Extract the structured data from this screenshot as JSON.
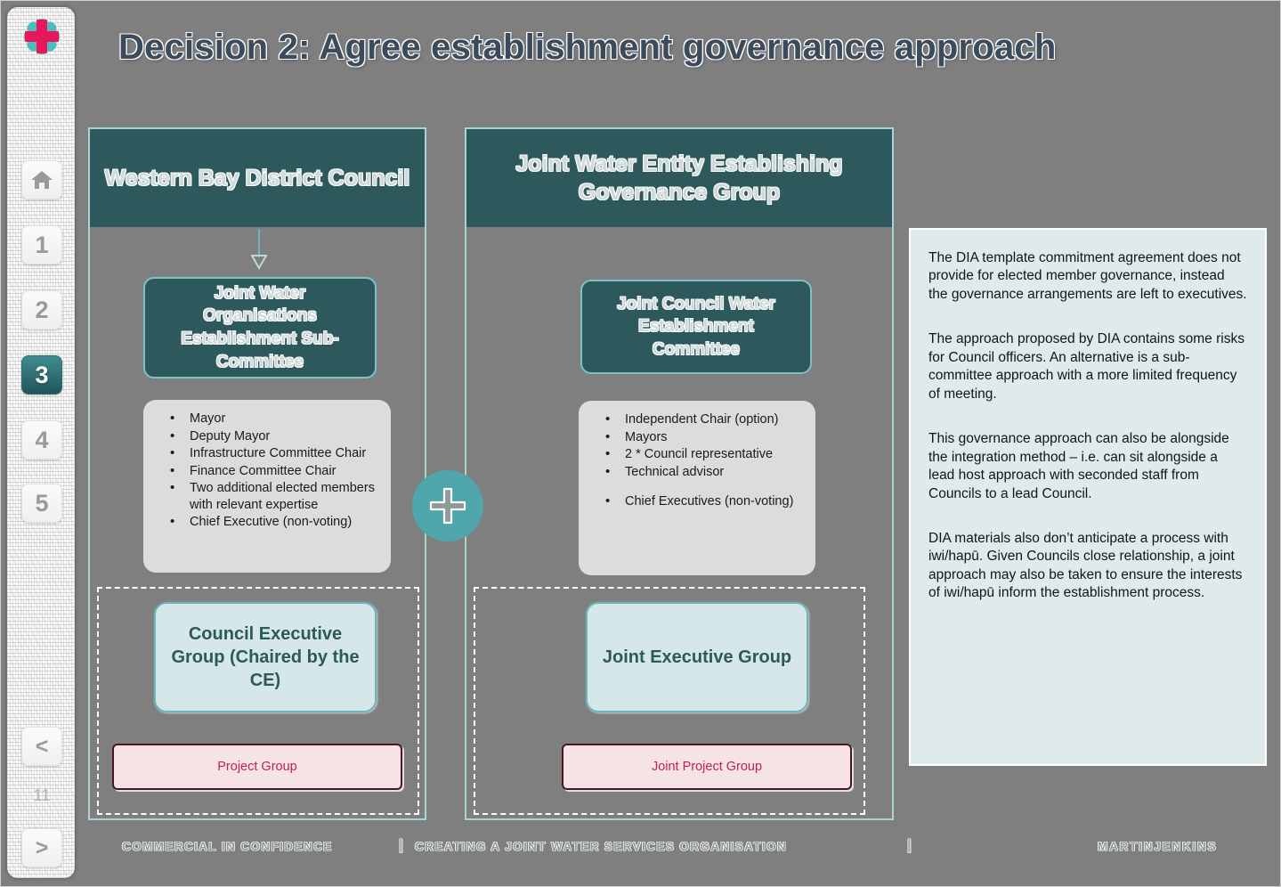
{
  "slide": {
    "title": "Decision 2: Agree establishment governance approach",
    "background_color": "#7f7f7f",
    "accent_color": "#2d585c",
    "teal_light": "#7fc2c4",
    "pink_accent": "#c0234a"
  },
  "sidebar": {
    "logo_name": "martinjenkins-asterisk-logo",
    "items": [
      {
        "icon": "home-icon",
        "label": "⌂",
        "active": false
      },
      {
        "icon": "page-number",
        "label": "1",
        "active": false
      },
      {
        "icon": "page-number",
        "label": "2",
        "active": false
      },
      {
        "icon": "page-number",
        "label": "3",
        "active": true
      },
      {
        "icon": "page-number",
        "label": "4",
        "active": false
      },
      {
        "icon": "page-number",
        "label": "5",
        "active": false
      }
    ],
    "prev_label": "<",
    "next_label": ">",
    "page_indicator": "11"
  },
  "columns": {
    "left": {
      "header": "Western Bay District Council",
      "card_title": "Joint Water Organisations Establishment Sub-Committee",
      "bullets": [
        "Mayor",
        "Deputy Mayor",
        "Infrastructure Committee Chair",
        "Finance Committee Chair",
        "Two additional elected members with relevant expertise",
        "Chief Executive (non-voting)"
      ],
      "exec_card": "Council Executive Group (Chaired by the CE)",
      "project_card": "Project Group"
    },
    "right": {
      "header": "Joint Water Entity Establishing Governance Group",
      "card_title": "Joint Council Water Establishment Committee",
      "bullets": [
        "Independent Chair (option)",
        "Mayors",
        "2 * Council representative",
        "Technical advisor",
        "",
        "Chief Executives (non-voting)"
      ],
      "exec_card": "Joint Executive Group",
      "project_card": "Joint  Project Group"
    }
  },
  "connector": {
    "plus_label": "+",
    "plus_color": "#4fa7ab"
  },
  "notes": {
    "paragraphs": [
      "The DIA template commitment agreement does not provide for elected member governance, instead the governance arrangements are left to executives.",
      "The approach proposed by DIA contains some risks for Council officers. An alternative is a sub-committee approach with a more limited frequency of meeting.",
      "This governance approach can also be alongside the integration method – i.e. can sit alongside a lead host approach with seconded staff from Councils to a lead Council.",
      "DIA materials also don’t anticipate a process with iwi/hapū. Given Councils close relationship, a joint approach may also be taken to ensure the interests of iwi/hapū inform the establishment process."
    ]
  },
  "footer": {
    "confidence": "COMMERCIAL IN CONFIDENCE",
    "separator": "|",
    "document": "CREATING A JOINT WATER SERVICES ORGANISATION",
    "brand": "MARTINJENKINS"
  }
}
